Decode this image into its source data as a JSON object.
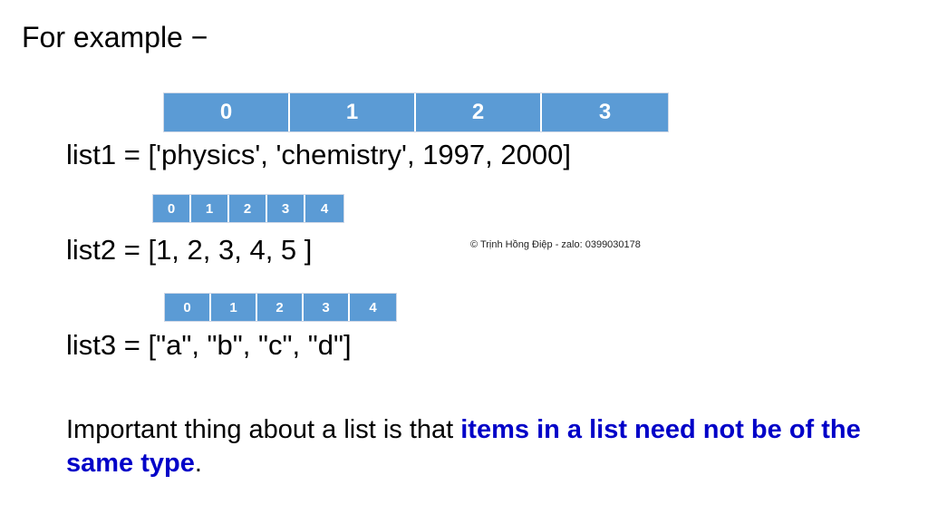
{
  "slide": {
    "title": "For example −",
    "index_rows": [
      [
        "0",
        "1",
        "2",
        "3"
      ],
      [
        "0",
        "1",
        "2",
        "3",
        "4"
      ],
      [
        "0",
        "1",
        "2",
        "3",
        "4"
      ]
    ],
    "code_lines": [
      "list1 = ['physics', 'chemistry', 1997, 2000]",
      "list2 = [1, 2, 3, 4, 5 ]",
      "list3 = [\"a\", \"b\", \"c\", \"d\"]"
    ],
    "watermark": "© Trịnh Hồng Điệp - zalo: 0399030178",
    "note": {
      "prefix": "Important thing about a list is that ",
      "highlight": "items in a list need not be of the same type",
      "suffix": "."
    }
  },
  "colors": {
    "index_cell_bg": "#5b9bd5",
    "highlight_text": "#0000c8"
  }
}
